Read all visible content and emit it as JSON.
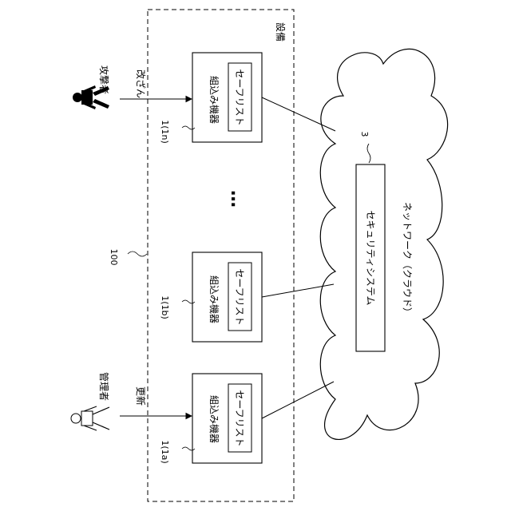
{
  "facility_label": "設備",
  "system_ref": "100",
  "attacker": {
    "label": "攻撃者",
    "action": "改ざん"
  },
  "administrator": {
    "label": "管理者",
    "action": "更新"
  },
  "devices": [
    {
      "ref": "1(1n)",
      "label": "組込み機器",
      "list_label": "セーフリスト"
    },
    {
      "ref": "1(1b)",
      "label": "組込み機器",
      "list_label": "セーフリスト"
    },
    {
      "ref": "1(1a)",
      "label": "組込み機器",
      "list_label": "セーフリスト"
    }
  ],
  "ellipsis": "…",
  "security_system": {
    "ref": "3",
    "label": "セキュリティシステム"
  },
  "network_label": "ネットワーク（クラウド）"
}
